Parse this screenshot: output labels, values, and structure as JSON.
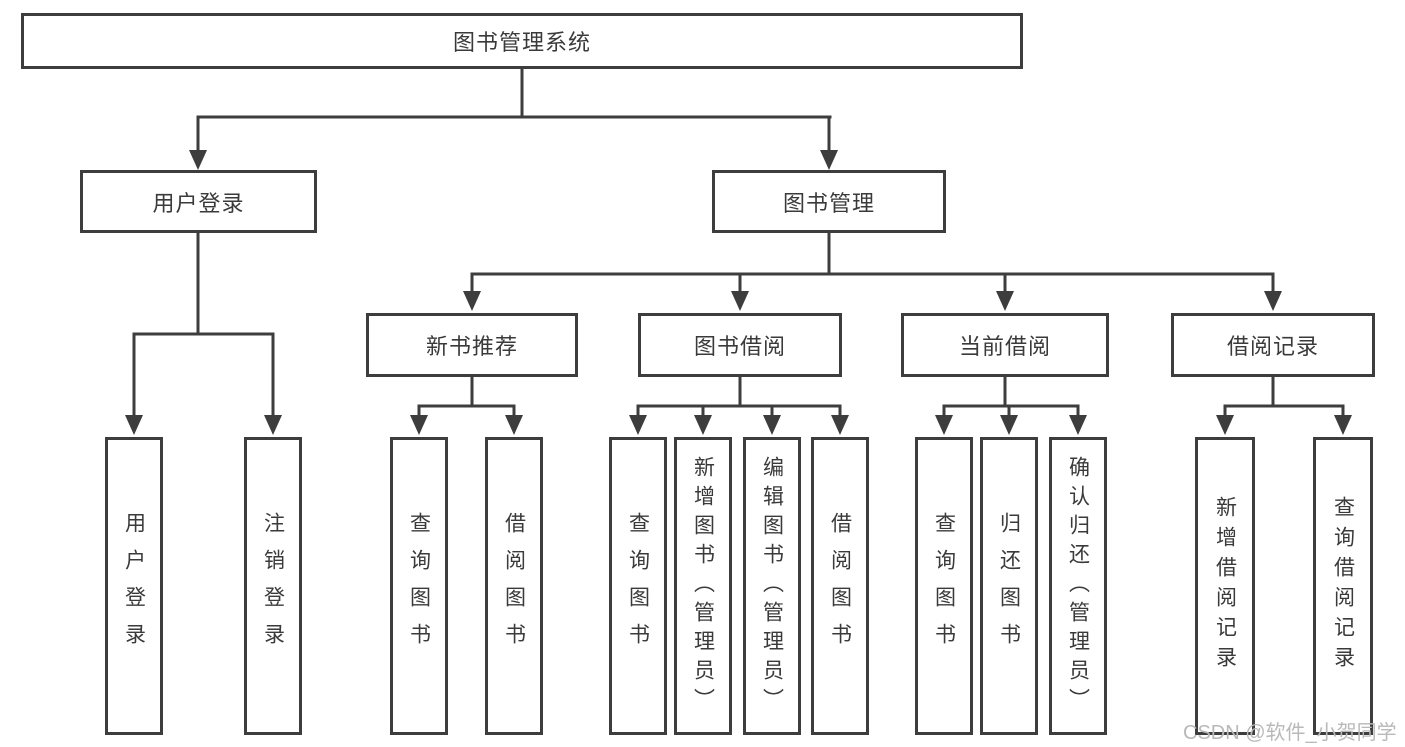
{
  "tree": {
    "root": {
      "label": "图书管理系统",
      "children": [
        {
          "label": "用户登录",
          "children": [
            {
              "label": "用户登录"
            },
            {
              "label": "注销登录"
            }
          ]
        },
        {
          "label": "图书管理",
          "children": [
            {
              "label": "新书推荐",
              "children": [
                {
                  "label": "查询图书"
                },
                {
                  "label": "借阅图书"
                }
              ]
            },
            {
              "label": "图书借阅",
              "children": [
                {
                  "label": "查询图书"
                },
                {
                  "label": "新增图书（管理员）"
                },
                {
                  "label": "编辑图书（管理员）"
                },
                {
                  "label": "借阅图书"
                }
              ]
            },
            {
              "label": "当前借阅",
              "children": [
                {
                  "label": "查询图书"
                },
                {
                  "label": "归还图书"
                },
                {
                  "label": "确认归还（管理员）"
                }
              ]
            },
            {
              "label": "借阅记录",
              "children": [
                {
                  "label": "新增借阅记录"
                },
                {
                  "label": "查询借阅记录"
                }
              ]
            }
          ]
        }
      ]
    }
  },
  "watermark": {
    "text": "CSDN @软件_小贺同学"
  },
  "colors": {
    "line": "#3d3d3d",
    "text": "#3a3a3a",
    "box-bg": "#ffffff",
    "watermark": "#b9b9b9"
  }
}
